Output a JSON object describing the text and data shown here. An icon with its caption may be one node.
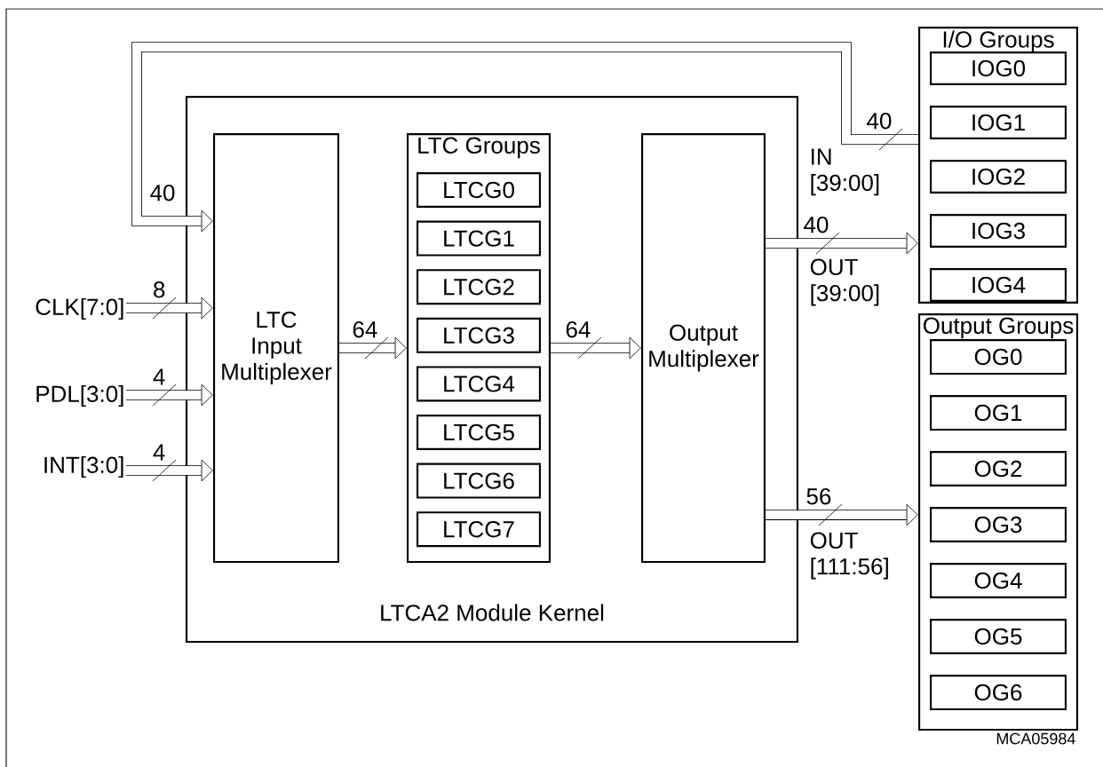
{
  "diagram": {
    "nodes": [
      {
        "text": [
          "LTCA2 Module Kernel"
        ]
      },
      {
        "text": [
          "LTC Input Multiplexer"
        ],
        "in": 0
      },
      {
        "text": [
          "LTC Groups"
        ],
        "in": 0
      },
      {
        "text": [
          "LTCG0"
        ],
        "in": 2
      },
      {
        "text": [
          "LTCG1"
        ],
        "in": 2
      },
      {
        "text": [
          "LTCG2"
        ],
        "in": 2
      },
      {
        "text": [
          "LTCG3"
        ],
        "in": 2
      },
      {
        "text": [
          "LTCG4"
        ],
        "in": 2
      },
      {
        "text": [
          "LTCG5"
        ],
        "in": 2
      },
      {
        "text": [
          "LTCG6"
        ],
        "in": 2
      },
      {
        "text": [
          "LTCG7"
        ],
        "in": 2
      },
      {
        "text": [
          "Output Multiplexer"
        ],
        "in": 0
      },
      {
        "text": [
          "I/O Groups"
        ]
      },
      {
        "text": [
          "IOG0"
        ],
        "in": 12
      },
      {
        "text": [
          "IOG1"
        ],
        "in": 12
      },
      {
        "text": [
          "IOG2"
        ],
        "in": 12
      },
      {
        "text": [
          "IOG3"
        ],
        "in": 12
      },
      {
        "text": [
          "IOG4"
        ],
        "in": 12
      },
      {
        "text": [
          "Output Groups"
        ]
      },
      {
        "text": [
          "OG0"
        ],
        "in": 18
      },
      {
        "text": [
          "OG1"
        ],
        "in": 18
      },
      {
        "text": [
          "OG2"
        ],
        "in": 18
      },
      {
        "text": [
          "OG3"
        ],
        "in": 18
      },
      {
        "text": [
          "OG4"
        ],
        "in": 18
      },
      {
        "text": [
          "OG5"
        ],
        "in": 18
      },
      {
        "text": [
          "OG6"
        ],
        "in": 18
      },
      {
        "text": [
          "CLK[7:0]"
        ]
      },
      {
        "text": [
          "PDL[3:0]"
        ]
      },
      {
        "text": [
          "INT[3:0]"
        ]
      }
    ],
    "edges": [
      {
        "from": 12,
        "to": 1,
        "arrow": "to",
        "label": "40"
      },
      {
        "from": 26,
        "to": 1,
        "arrow": "to",
        "label": "8"
      },
      {
        "from": 27,
        "to": 1,
        "arrow": "to",
        "label": "4"
      },
      {
        "from": 28,
        "to": 1,
        "arrow": "to",
        "label": "4"
      },
      {
        "from": 1,
        "to": 2,
        "arrow": "to",
        "label": "64"
      },
      {
        "from": 2,
        "to": 11,
        "arrow": "to",
        "label": "64"
      },
      {
        "from": 11,
        "to": 12,
        "arrow": "to",
        "label": "40"
      },
      {
        "from": 11,
        "to": 18,
        "arrow": "to",
        "label": "56"
      }
    ],
    "labels": [
      "40",
      "IN [39:00]",
      "OUT [39:00]",
      "OUT [111:56]",
      "MCA05984"
    ]
  }
}
